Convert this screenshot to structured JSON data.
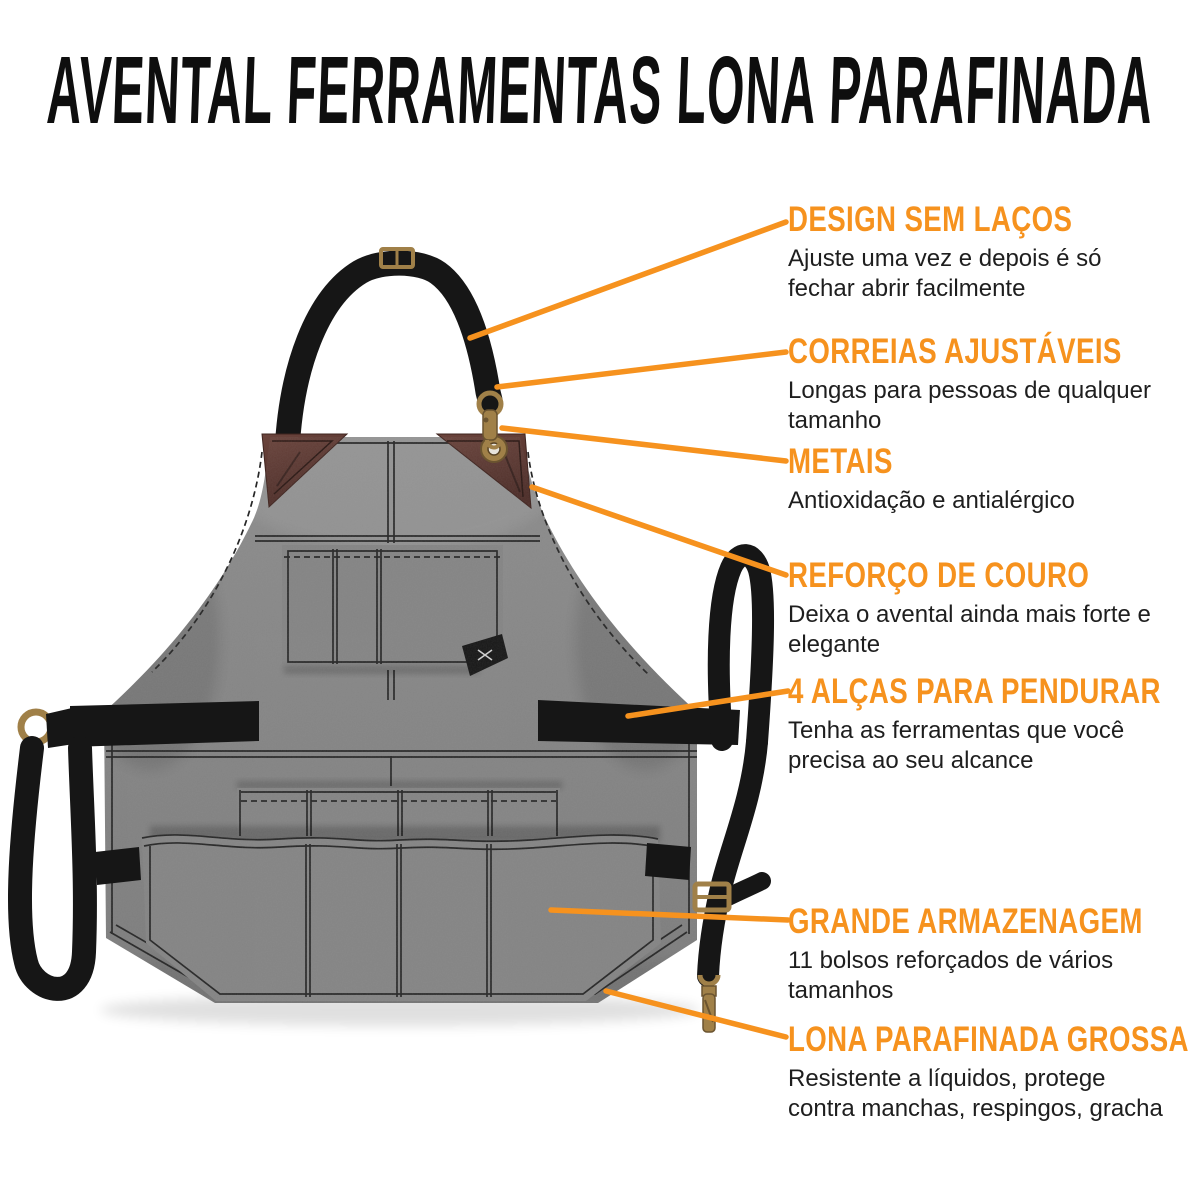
{
  "header": {
    "title": "AVENTAL FERRAMENTAS LONA PARAFINADA"
  },
  "callouts": [
    {
      "heading": "DESIGN SEM LAÇOS",
      "body_lines": [
        "Ajuste uma vez e depois é só",
        "fechar abrir facilmente"
      ]
    },
    {
      "heading": "CORREIAS AJUSTÁVEIS",
      "body_lines": [
        "Longas para pessoas de qualquer",
        "tamanho"
      ]
    },
    {
      "heading": "METAIS",
      "body_lines": [
        "Antioxidação e antialérgico"
      ]
    },
    {
      "heading": "REFORÇO DE COURO",
      "body_lines": [
        "Deixa o avental ainda mais forte e",
        "elegante"
      ]
    },
    {
      "heading": "4 ALÇAS PARA PENDURAR",
      "body_lines": [
        "Tenha as ferramentas que você",
        "precisa ao seu alcance"
      ]
    },
    {
      "heading": "GRANDE ARMAZENAGEM",
      "body_lines": [
        "11 bolsos reforçados de vários",
        "tamanhos"
      ]
    },
    {
      "heading": "LONA PARAFINADA GROSSA",
      "body_lines": [
        "Resistente a líquidos, protege",
        "contra manchas, respingos, gracha"
      ]
    }
  ],
  "colors": {
    "accent": "#F6921E",
    "title_text": "#0E0E0E",
    "body_text": "#1E1E1E",
    "background": "#FFFFFF",
    "apron_gray": "#848484",
    "leather_brown": "#5C3A33",
    "strap_black": "#161616",
    "brass": "#A08048",
    "stitch": "#262626"
  }
}
